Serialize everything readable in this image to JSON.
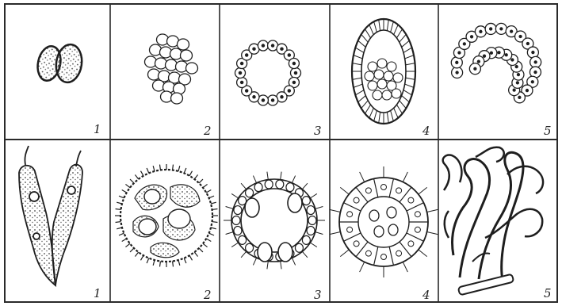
{
  "panels": [
    {
      "row": "top",
      "number": "1"
    },
    {
      "row": "top",
      "number": "2"
    },
    {
      "row": "top",
      "number": "3"
    },
    {
      "row": "top",
      "number": "4"
    },
    {
      "row": "top",
      "number": "5"
    },
    {
      "row": "bottom",
      "number": "1"
    },
    {
      "row": "bottom",
      "number": "2"
    },
    {
      "row": "bottom",
      "number": "3"
    },
    {
      "row": "bottom",
      "number": "4"
    },
    {
      "row": "bottom",
      "number": "5"
    }
  ],
  "colors": {
    "ink": "#1e1e1e",
    "paper": "#ffffff",
    "grid": "#2a2a2a"
  }
}
